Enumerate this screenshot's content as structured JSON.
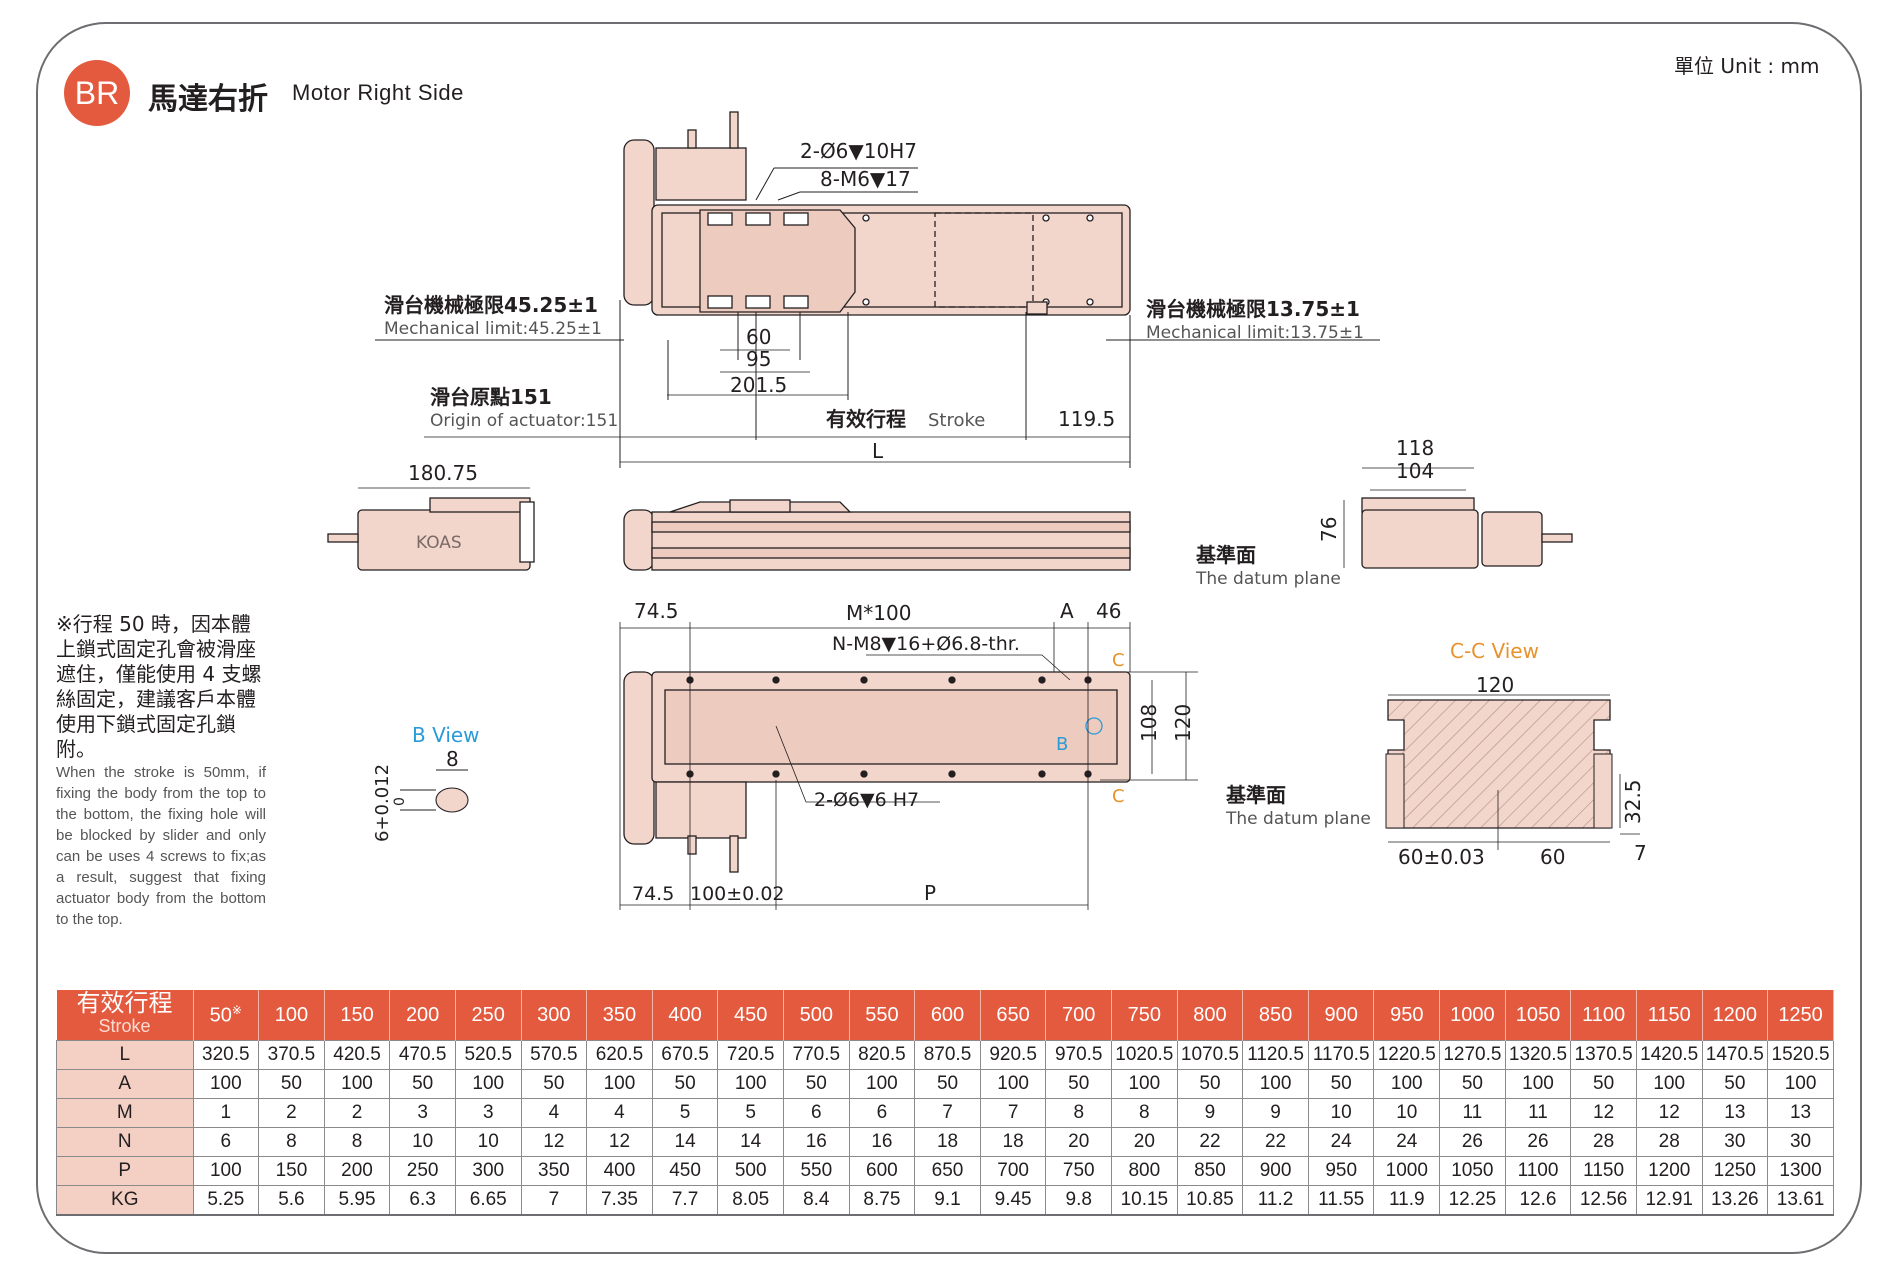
{
  "header": {
    "badge": "BR",
    "title_zh": "馬達右折",
    "title_en": "Motor Right Side",
    "unit": "單位 Unit : mm"
  },
  "colors": {
    "accent": "#e35a3f",
    "body_fill": "#f2d6cc",
    "row_header": "#f3cfc4",
    "callout_orange": "#e8922c",
    "callout_blue": "#2a9bd6"
  },
  "top_view": {
    "hole1": "2-Ø6▼10H7",
    "hole2": "8-M6▼17",
    "mech_limit_left_zh": "滑台機械極限45.25±1",
    "mech_limit_left_en": "Mechanical limit:45.25±1",
    "mech_limit_right_zh": "滑台機械極限13.75±1",
    "mech_limit_right_en": "Mechanical limit:13.75±1",
    "dim_60": "60",
    "dim_95": "95",
    "dim_2015": "201.5",
    "origin_zh": "滑台原點151",
    "origin_en": "Origin of actuator:151",
    "stroke_zh": "有效行程",
    "stroke_en": "Stroke",
    "dim_1195": "119.5",
    "dim_L": "L"
  },
  "side_view": {
    "dim_18075": "180.75",
    "logo": "KOAS"
  },
  "end_view": {
    "dim_118": "118",
    "dim_104": "104",
    "dim_76": "76",
    "datum_zh": "基準面",
    "datum_en": "The datum plane"
  },
  "bottom_view": {
    "dim_745_top": "74.5",
    "dim_M100": "M*100",
    "dim_A": "A",
    "dim_46": "46",
    "hole_N": "N-M8▼16+Ø6.8-thr.",
    "callout_C": "C",
    "callout_B": "B",
    "dim_108": "108",
    "dim_120": "120",
    "hole_2": "2-Ø6▼6 H7",
    "dim_745_bot": "74.5",
    "dim_100": "100±0.02",
    "dim_P": "P"
  },
  "b_view": {
    "title": "B View",
    "dim_8": "8",
    "tol": "6+0.012",
    "tol_low": "0"
  },
  "cc_view": {
    "title": "C-C View",
    "dim_120": "120",
    "datum_zh": "基準面",
    "datum_en": "The datum plane",
    "dim_325": "32.5",
    "dim_7": "7",
    "dim_60tol": "60±0.03",
    "dim_60": "60"
  },
  "note": {
    "zh": "※行程 50 時，因本體上鎖式固定孔會被滑座遮住，僅能使用 4 支螺絲固定，建議客戶本體使用下鎖式固定孔鎖附。",
    "en": "When the stroke is 50mm, if fixing the body from the top to the bottom, the fixing hole will be blocked by slider and only can be uses 4 screws to fix;as a result, suggest that fixing actuator body from the bottom to the top."
  },
  "table": {
    "header_zh": "有效行程",
    "header_en": "Stroke",
    "first_mark": "※",
    "strokes": [
      "50",
      "100",
      "150",
      "200",
      "250",
      "300",
      "350",
      "400",
      "450",
      "500",
      "550",
      "600",
      "650",
      "700",
      "750",
      "800",
      "850",
      "900",
      "950",
      "1000",
      "1050",
      "1100",
      "1150",
      "1200",
      "1250"
    ],
    "rows": [
      {
        "label": "L",
        "values": [
          "320.5",
          "370.5",
          "420.5",
          "470.5",
          "520.5",
          "570.5",
          "620.5",
          "670.5",
          "720.5",
          "770.5",
          "820.5",
          "870.5",
          "920.5",
          "970.5",
          "1020.5",
          "1070.5",
          "1120.5",
          "1170.5",
          "1220.5",
          "1270.5",
          "1320.5",
          "1370.5",
          "1420.5",
          "1470.5",
          "1520.5"
        ]
      },
      {
        "label": "A",
        "values": [
          "100",
          "50",
          "100",
          "50",
          "100",
          "50",
          "100",
          "50",
          "100",
          "50",
          "100",
          "50",
          "100",
          "50",
          "100",
          "50",
          "100",
          "50",
          "100",
          "50",
          "100",
          "50",
          "100",
          "50",
          "100"
        ]
      },
      {
        "label": "M",
        "values": [
          "1",
          "2",
          "2",
          "3",
          "3",
          "4",
          "4",
          "5",
          "5",
          "6",
          "6",
          "7",
          "7",
          "8",
          "8",
          "9",
          "9",
          "10",
          "10",
          "11",
          "11",
          "12",
          "12",
          "13",
          "13"
        ]
      },
      {
        "label": "N",
        "values": [
          "6",
          "8",
          "8",
          "10",
          "10",
          "12",
          "12",
          "14",
          "14",
          "16",
          "16",
          "18",
          "18",
          "20",
          "20",
          "22",
          "22",
          "24",
          "24",
          "26",
          "26",
          "28",
          "28",
          "30",
          "30"
        ]
      },
      {
        "label": "P",
        "values": [
          "100",
          "150",
          "200",
          "250",
          "300",
          "350",
          "400",
          "450",
          "500",
          "550",
          "600",
          "650",
          "700",
          "750",
          "800",
          "850",
          "900",
          "950",
          "1000",
          "1050",
          "1100",
          "1150",
          "1200",
          "1250",
          "1300"
        ]
      },
      {
        "label": "KG",
        "values": [
          "5.25",
          "5.6",
          "5.95",
          "6.3",
          "6.65",
          "7",
          "7.35",
          "7.7",
          "8.05",
          "8.4",
          "8.75",
          "9.1",
          "9.45",
          "9.8",
          "10.15",
          "10.85",
          "11.2",
          "11.55",
          "11.9",
          "12.25",
          "12.6",
          "12.56",
          "12.91",
          "13.26",
          "13.61"
        ]
      }
    ]
  }
}
